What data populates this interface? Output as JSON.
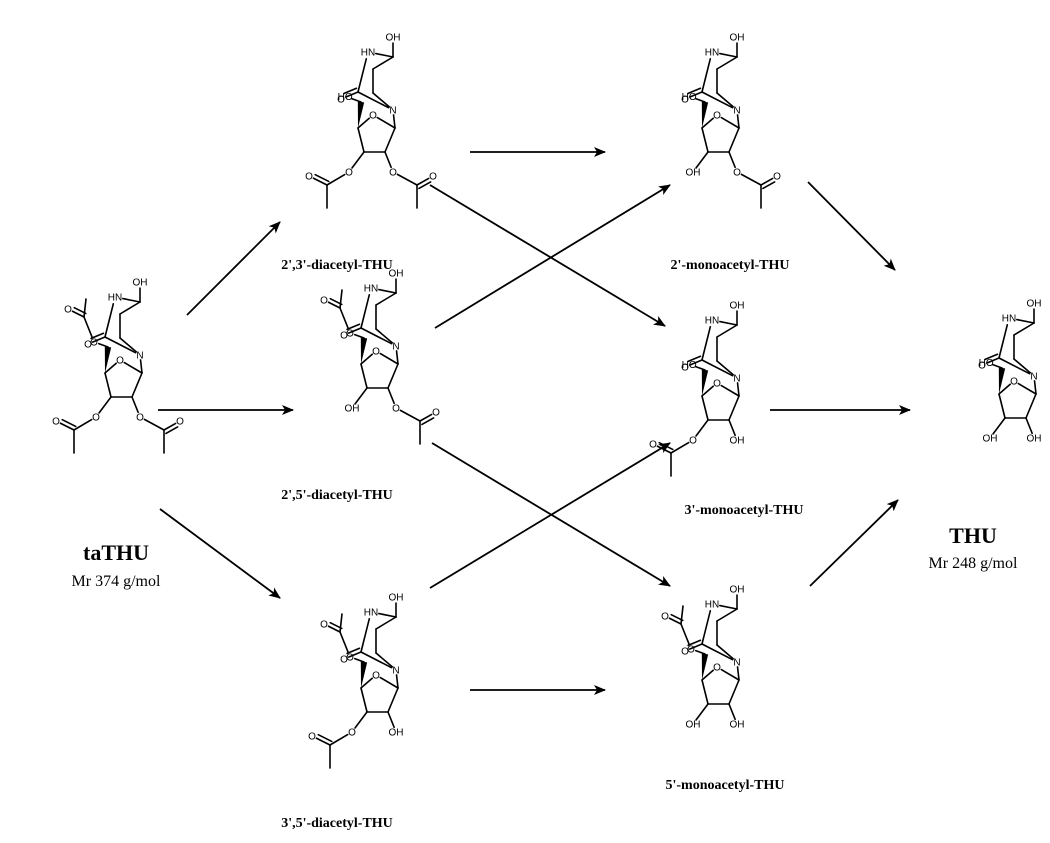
{
  "atoms": {
    "hydroxyl": "OH",
    "imino": "HN",
    "oxygen": "O",
    "nitrogen": "N",
    "hydroxymethyl": "HO"
  },
  "compounds": {
    "tathu": {
      "name": "taTHU",
      "mr": "Mr 374 g/mol"
    },
    "d23": {
      "name": "2',3'-diacetyl-THU"
    },
    "d25": {
      "name": "2',5'-diacetyl-THU"
    },
    "d35": {
      "name": "3',5'-diacetyl-THU"
    },
    "m2": {
      "name": "2'-monoacetyl-THU"
    },
    "m3": {
      "name": "3'-monoacetyl-THU"
    },
    "m5": {
      "name": "5'-monoacetyl-THU"
    },
    "thu": {
      "name": "THU",
      "mr": "Mr 248 g/mol"
    }
  },
  "molecules": [
    {
      "id": "tathu",
      "acetyl5": true,
      "acetyl3": true,
      "acetyl2": true
    },
    {
      "id": "d23",
      "acetyl5": false,
      "acetyl3": true,
      "acetyl2": true
    },
    {
      "id": "d25",
      "acetyl5": true,
      "acetyl3": false,
      "acetyl2": true
    },
    {
      "id": "d35",
      "acetyl5": true,
      "acetyl3": true,
      "acetyl2": false
    },
    {
      "id": "m2",
      "acetyl5": false,
      "acetyl3": false,
      "acetyl2": true
    },
    {
      "id": "m3",
      "acetyl5": false,
      "acetyl3": true,
      "acetyl2": false
    },
    {
      "id": "m5",
      "acetyl5": true,
      "acetyl3": false,
      "acetyl2": false
    },
    {
      "id": "thu",
      "acetyl5": false,
      "acetyl3": false,
      "acetyl2": false
    }
  ],
  "arrows": [
    {
      "from": "tathu",
      "to": "d23"
    },
    {
      "from": "tathu",
      "to": "d25"
    },
    {
      "from": "tathu",
      "to": "d35"
    },
    {
      "from": "d23",
      "to": "m2"
    },
    {
      "from": "d23",
      "to": "m3"
    },
    {
      "from": "d25",
      "to": "m2"
    },
    {
      "from": "d25",
      "to": "m5"
    },
    {
      "from": "d35",
      "to": "m3"
    },
    {
      "from": "d35",
      "to": "m5"
    },
    {
      "from": "m2",
      "to": "thu"
    },
    {
      "from": "m3",
      "to": "thu"
    },
    {
      "from": "m5",
      "to": "thu"
    }
  ]
}
